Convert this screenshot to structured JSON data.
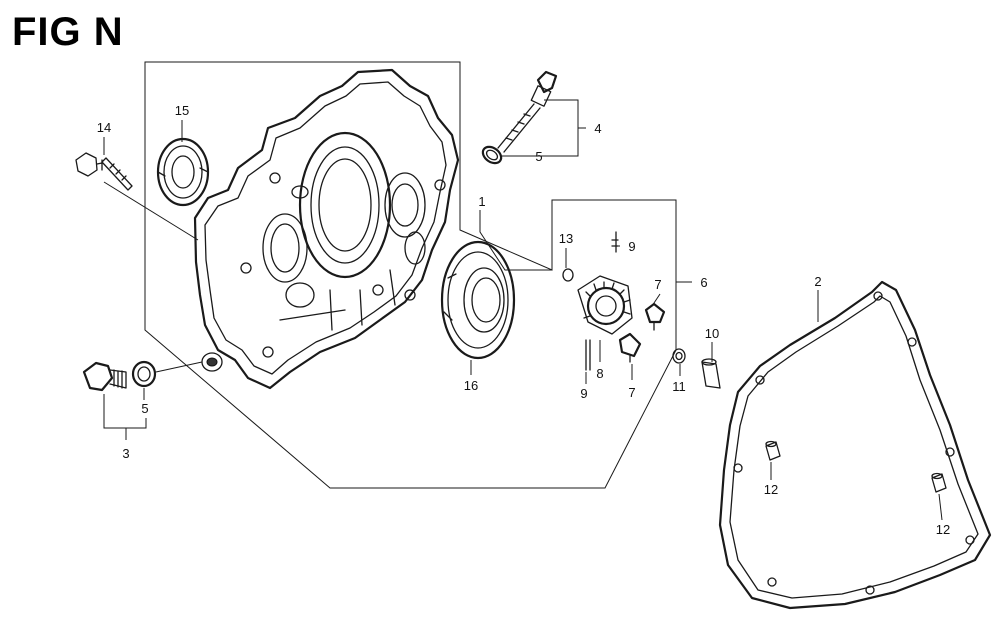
{
  "title": "FIG N",
  "callouts": [
    {
      "id": "1",
      "text": "1"
    },
    {
      "id": "2",
      "text": "2"
    },
    {
      "id": "3",
      "text": "3"
    },
    {
      "id": "4",
      "text": "4"
    },
    {
      "id": "5a",
      "text": "5"
    },
    {
      "id": "5b",
      "text": "5"
    },
    {
      "id": "6",
      "text": "6"
    },
    {
      "id": "7a",
      "text": "7"
    },
    {
      "id": "7b",
      "text": "7"
    },
    {
      "id": "8",
      "text": "8"
    },
    {
      "id": "9a",
      "text": "9"
    },
    {
      "id": "9b",
      "text": "9"
    },
    {
      "id": "10",
      "text": "10"
    },
    {
      "id": "11",
      "text": "11"
    },
    {
      "id": "12a",
      "text": "12"
    },
    {
      "id": "12b",
      "text": "12"
    },
    {
      "id": "13",
      "text": "13"
    },
    {
      "id": "14",
      "text": "14"
    },
    {
      "id": "15",
      "text": "15"
    },
    {
      "id": "16",
      "text": "16"
    }
  ],
  "colors": {
    "ink": "#1a1a1a",
    "background": "#ffffff"
  }
}
